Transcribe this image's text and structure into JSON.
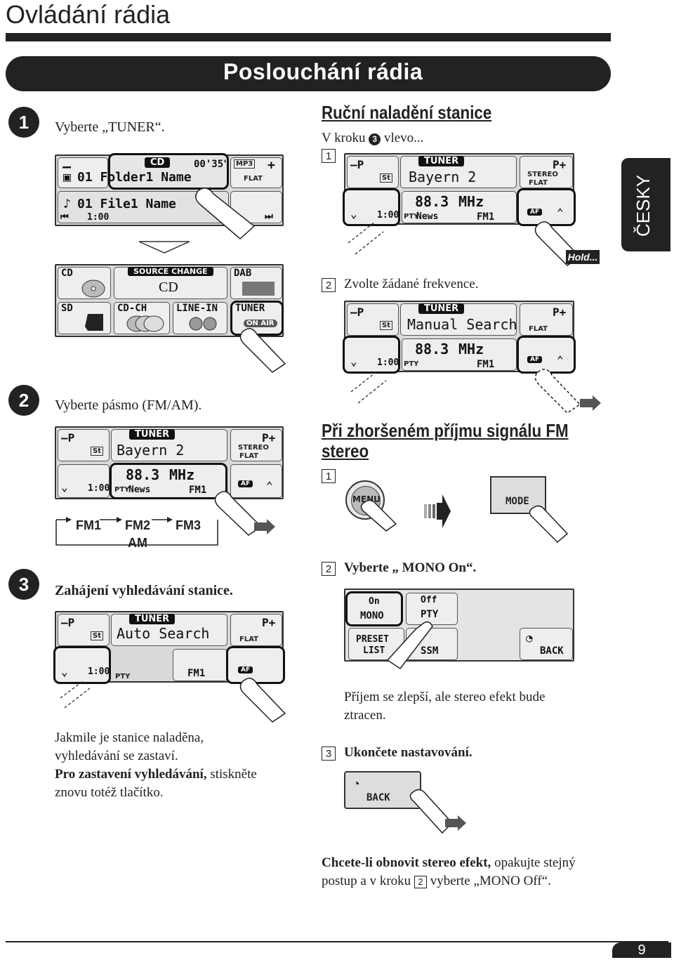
{
  "page": {
    "title": "Ovládání rádia",
    "banner": "Poslouchání rádia",
    "language_tab": "ČESKY",
    "page_number": "9",
    "hold_label": "Hold..."
  },
  "steps": {
    "s1": {
      "num": "1",
      "text": "Vyberte „TUNER“."
    },
    "s2": {
      "num": "2",
      "text": "Vyberte pásmo (FM/AM)."
    },
    "s3": {
      "num": "3",
      "text": "Zahájení vyhledávání stanice."
    }
  },
  "band_cycle": {
    "fm1": "FM1",
    "fm2": "FM2",
    "fm3": "FM3",
    "am": "AM"
  },
  "search_note": {
    "line1": "Jakmile je stanice naladěna,",
    "line2": "vyhledávání se zastaví.",
    "line3_bold": "Pro zastavení vyhledávání,",
    "line3_rest": " stiskněte",
    "line4": "znovu totéž tlačítko."
  },
  "manual": {
    "heading": "Ruční naladění stanice",
    "intro_a": "V kroku ",
    "intro_num": "3",
    "intro_b": " vlevo...",
    "sub1": "1",
    "sub2": "2",
    "sub2_text": "Zvolte žádané frekvence."
  },
  "weak": {
    "heading_line1": "Při zhoršeném příjmu signálu FM",
    "heading_line2": "stereo",
    "sub1": "1",
    "sub2": "2",
    "sub2_text": "Vyberte „ MONO On“.",
    "result_line1": "Příjem se zlepší, ale stereo efekt bude",
    "result_line2": "ztracen.",
    "sub3": "3",
    "sub3_text": "Ukončete nastavování.",
    "restore_bold": "Chcete-li obnovit stereo efekt,",
    "restore_rest": " opakujte stejný",
    "restore_line2_a": "postup a v kroku ",
    "restore_line2_num": "2",
    "restore_line2_b": " vyberte „MONO Off“."
  },
  "screens": {
    "cd": {
      "minus": "–",
      "tag": "CD",
      "time": "00'35\"",
      "mp3": "MP3",
      "plus": "+",
      "folder": "01 Folder1 Name",
      "flat": "FLAT",
      "file": "01 File1 Name",
      "clock": "1:00"
    },
    "source": {
      "cd": "CD",
      "tag": "SOURCE CHANGE",
      "current": "CD",
      "dab": "DAB",
      "sd": "SD",
      "cdch": "CD-CH",
      "linein": "LINE-IN",
      "tuner": "TUNER",
      "onair": "ON AIR"
    },
    "tuner": {
      "p_minus": "–P",
      "p_plus": "P+",
      "st": "St",
      "tag": "TUNER",
      "station": "Bayern 2",
      "stereo": "STEREO",
      "flat": "FLAT",
      "freq": "88.3",
      "unit": "MHz",
      "clock": "1:00",
      "pty": "PTY",
      "pty_news": "News",
      "band": "FM1",
      "af": "AF"
    },
    "manual": {
      "station": "Manual Search"
    },
    "auto": {
      "station": "Auto Search"
    },
    "mono": {
      "on": "On",
      "mono": "MONO",
      "off": "Off",
      "pty": "PTY",
      "preset": "PRESET",
      "list": "LIST",
      "ssm": "SSM",
      "back": "BACK"
    },
    "menu_button": "MENU",
    "mode_button": "MODE"
  }
}
